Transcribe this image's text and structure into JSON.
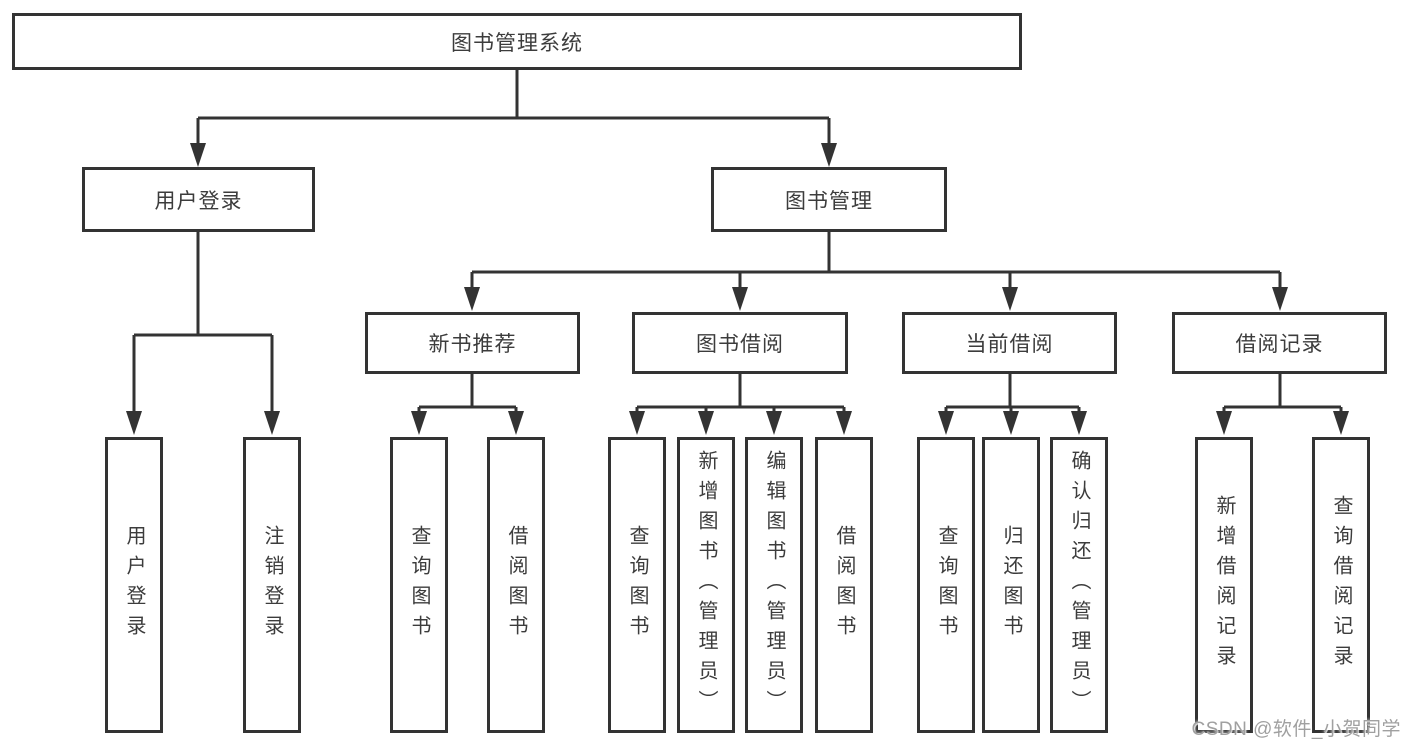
{
  "colors": {
    "line": "#333333",
    "text": "#3c3c3c",
    "box_fill": "#ffffff",
    "watermark": "#a0a0a0"
  },
  "tree": {
    "root": {
      "label": "图书管理系统"
    },
    "branches": [
      {
        "label": "用户登录",
        "children": [
          "用户登录",
          "注销登录"
        ]
      },
      {
        "label": "图书管理",
        "children": [
          {
            "label": "新书推荐",
            "children": [
              "查询图书",
              "借阅图书"
            ]
          },
          {
            "label": "图书借阅",
            "children": [
              "查询图书",
              "新增图书（管理员）",
              "编辑图书（管理员）",
              "借阅图书"
            ]
          },
          {
            "label": "当前借阅",
            "children": [
              "查询图书",
              "归还图书",
              "确认归还（管理员）"
            ]
          },
          {
            "label": "借阅记录",
            "children": [
              "新增借阅记录",
              "查询借阅记录"
            ]
          }
        ]
      }
    ]
  },
  "watermark": {
    "text": "CSDN @软件_小贺同学"
  }
}
